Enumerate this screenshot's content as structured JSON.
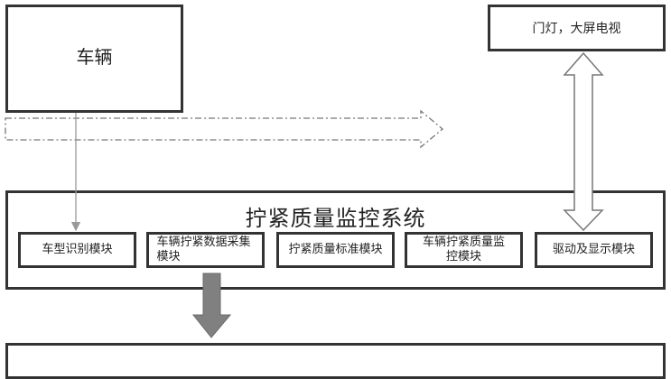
{
  "nodes": {
    "vehicle": "车辆",
    "display_device": "门灯，大屏电视",
    "system_title": "拧紧质量监控系统",
    "modules": [
      "车型识别模块",
      "车辆拧紧数据采集模块",
      "拧紧质量标准模块",
      "车辆拧紧质量监控模块",
      "驱动及显示模块"
    ]
  },
  "colors": {
    "border": "#333333",
    "connector": "#999999",
    "hollow_arrow": "#777777",
    "solid_arrow": "#808080"
  }
}
